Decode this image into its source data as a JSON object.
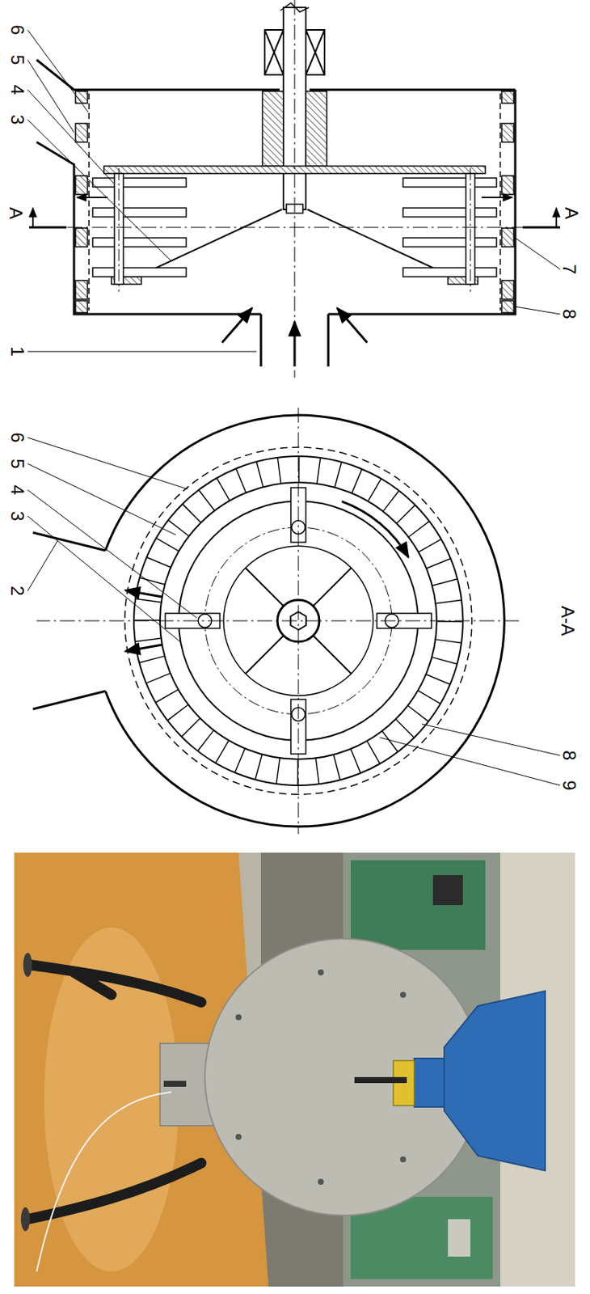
{
  "diagram": {
    "labels": [
      "A",
      "A",
      "7",
      "8",
      "6",
      "5",
      "4",
      "3",
      "1",
      "A-A",
      "8",
      "9",
      "6",
      "5",
      "4",
      "3",
      "2"
    ]
  }
}
